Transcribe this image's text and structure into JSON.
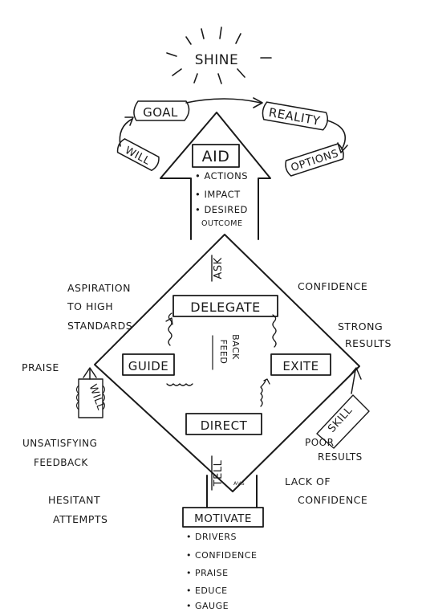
{
  "top": {
    "word": "SHINE"
  },
  "cycle": {
    "goal": "GOAL",
    "reality": "REALITY",
    "options": "OPTIONS",
    "will": "WILL"
  },
  "aid": {
    "title": "AID",
    "items": [
      "• ACTIONS",
      "• IMPACT",
      "• DESIRED",
      "OUTCOME"
    ]
  },
  "diamond": {
    "ask": "ASK",
    "tell": "TELL",
    "tell_mark": "AVS",
    "delegate": "DELEGATE",
    "guide": "GUIDE",
    "exite": "EXITE",
    "direct": "DIRECT",
    "feedback_1": "FEED",
    "feedback_2": "BACK",
    "will_side": "WILL",
    "skill_side": "SKILL"
  },
  "labels": {
    "aspiration": [
      "ASPIRATION",
      "TO HIGH",
      "STANDARDS"
    ],
    "confidence": "CONFIDENCE",
    "strong_results": [
      "STRONG",
      "RESULTS"
    ],
    "praise": "PRAISE",
    "unsatisfying": [
      "UNSATISFYING",
      "FEEDBACK"
    ],
    "hesitant": [
      "HESITANT",
      "ATTEMPTS"
    ],
    "poor_results": [
      "POOR",
      "RESULTS"
    ],
    "lack_of_confidence": [
      "LACK OF",
      "CONFIDENCE"
    ]
  },
  "motivate": {
    "title": "MOTIVATE",
    "items": [
      "• DRIVERS",
      "• CONFIDENCE",
      "• PRAISE",
      "• EDUCE",
      "• GAUGE"
    ]
  }
}
